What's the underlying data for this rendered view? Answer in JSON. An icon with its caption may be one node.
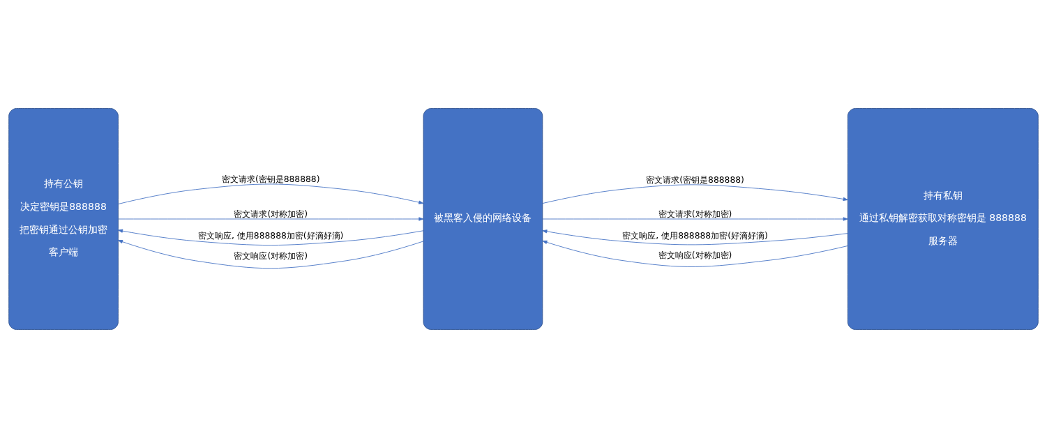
{
  "diagram": {
    "nodes": [
      {
        "text": [
          "持有公钥",
          "决定密钥是888888",
          "把密钥通过公钥加密",
          "客户端"
        ]
      },
      {
        "text": [
          "被黑客入侵的网络设备"
        ]
      },
      {
        "text": [
          "持有私钥",
          "通过私钥解密获取对称密钥是 888888",
          "服务器"
        ]
      }
    ],
    "edges": [
      {
        "from": 0,
        "to": 1,
        "arrow": "to",
        "label": "密文请求(密钥是888888)"
      },
      {
        "from": 1,
        "to": 0,
        "arrow": "to",
        "label": "密文响应, 使用888888加密(好滴好滴)"
      },
      {
        "from": 0,
        "to": 1,
        "arrow": "to",
        "label": "密文请求(对称加密)"
      },
      {
        "from": 1,
        "to": 0,
        "arrow": "to",
        "label": "密文响应(对称加密)"
      },
      {
        "from": 1,
        "to": 2,
        "arrow": "to",
        "label": "密文请求(密钥是888888)"
      },
      {
        "from": 2,
        "to": 1,
        "arrow": "to",
        "label": "密文响应, 使用888888加密(好滴好滴)"
      },
      {
        "from": 1,
        "to": 2,
        "arrow": "to",
        "label": "密文请求(对称加密)"
      },
      {
        "from": 2,
        "to": 1,
        "arrow": "to",
        "label": "密文响应(对称加密)"
      }
    ]
  }
}
